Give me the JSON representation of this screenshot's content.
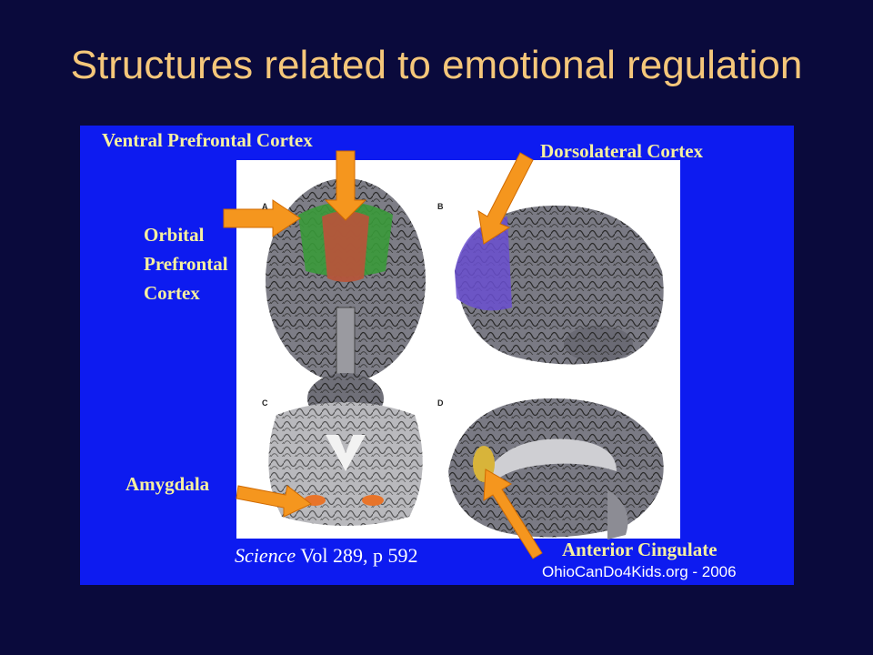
{
  "slide": {
    "title": "Structures related to emotional regulation"
  },
  "figure": {
    "labels": {
      "ventral_prefrontal": "Ventral Prefrontal Cortex",
      "dorsolateral": "Dorsolateral Cortex",
      "orbital_prefrontal": [
        "Orbital",
        "Prefrontal",
        "Cortex"
      ],
      "amygdala": "Amygdala",
      "anterior_cingulate": "Anterior Cingulate"
    },
    "panel_letters": [
      "A",
      "B",
      "C",
      "D"
    ],
    "citation": {
      "journal": "Science",
      "details": " Vol 289, p 592"
    },
    "credit": "OhioCanDo4Kids.org - 2006"
  },
  "colors": {
    "background": "#0a0a3c",
    "title": "#f5c77a",
    "panel": "#0d1bf0",
    "label": "#f6f0a0",
    "arrow": "#f5961e",
    "orbital_region": "#3a9a3a",
    "ventral_region": "#b5553a",
    "dorsolateral_region": "#6a4fd0",
    "amygdala_region": "#e8742a",
    "cingulate_region": "#d8b43a"
  }
}
